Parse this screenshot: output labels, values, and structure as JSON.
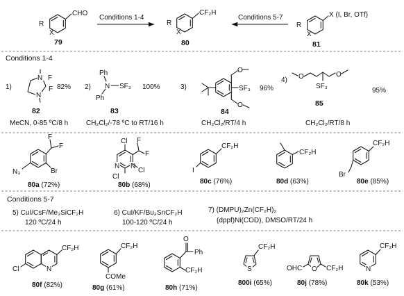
{
  "top": {
    "aldehyde": {
      "r": "R",
      "x": "X",
      "cho": "CHO",
      "num": "79"
    },
    "product": {
      "r": "R",
      "x": "X",
      "cf2h": "CF₂H",
      "num": "80"
    },
    "halide": {
      "r": "R",
      "x": "X",
      "leaving": "X (I, Br, OTf)",
      "num": "81"
    },
    "arrow_left_label": "Conditions 1-4",
    "arrow_right_label": "Conditions 5-7"
  },
  "conditions_1_4": {
    "header": "Conditions 1-4",
    "items": [
      {
        "index": "1)",
        "yield": "82%",
        "num": "82",
        "cond": "MeCN, 0-85 ºC/8 h",
        "atoms": {
          "n1": "N",
          "n2": "N",
          "f1": "F",
          "f2": "F"
        }
      },
      {
        "index": "2)",
        "yield": "100%",
        "num": "83",
        "cond": "CH₂Cl₂/-78 ºC  to RT/16 h",
        "atoms": {
          "ph1": "Ph",
          "ph2": "Ph",
          "n": "N",
          "sf3": "SF₃"
        }
      },
      {
        "index": "3)",
        "yield": "96%",
        "num": "84",
        "cond": "CH₂Cl₂/RT/4 h",
        "atoms": {
          "o1": "O",
          "o2": "O",
          "sf3": "SF₃"
        }
      },
      {
        "index": "4)",
        "yield": "95%",
        "num": "85",
        "cond": "CH₂Cl₂/RT/8 h",
        "atoms": {
          "o1": "O",
          "o2": "O",
          "sf3": "SF₃"
        }
      }
    ]
  },
  "products_row1": [
    {
      "name": "80a",
      "yield": "(72%)",
      "labels": {
        "n3": "N₃",
        "br": "Br",
        "f1": "F",
        "f2": "F"
      }
    },
    {
      "name": "80b",
      "yield": "(68%)",
      "labels": {
        "cl1": "Cl",
        "cl2": "Cl",
        "cl3": "Cl",
        "n1": "N",
        "n2": "N",
        "f1": "F",
        "f2": "F"
      }
    },
    {
      "name": "80c",
      "yield": "(76%)",
      "labels": {
        "i": "I",
        "cf2h": "CF₂H"
      }
    },
    {
      "name": "80d",
      "yield": "(63%)",
      "labels": {
        "cf2h": "CF₂H"
      }
    },
    {
      "name": "80e",
      "yield": "(85%)",
      "labels": {
        "br": "Br",
        "cf2h": "CF₂H"
      }
    }
  ],
  "conditions_5_7": {
    "header": "Conditions 5-7",
    "items": [
      {
        "line1": "5) CuI/CsF/Me₃SiCF₂H",
        "line2": "120 ºC/24 h"
      },
      {
        "line1": "6) CuI/KF/Bu₃SnCF₂H",
        "line2": "100-120 ºC/24 h"
      },
      {
        "line1": "7) (DMPU)₂Zn(CF₂H)₂",
        "line2": "(dppf)Ni(COD), DMSO/RT/24 h"
      }
    ]
  },
  "products_row2": [
    {
      "name": "80f",
      "yield": "(82%)",
      "labels": {
        "cl": "Cl",
        "n": "N",
        "cf2h": "CF₂H"
      }
    },
    {
      "name": "80g",
      "yield": "(61%)",
      "labels": {
        "come": "COMe",
        "cf2h": "CF₂H"
      }
    },
    {
      "name": "80h",
      "yield": "(71%)",
      "labels": {
        "o": "O",
        "ph": "Ph",
        "cf2h": "CF₂H"
      }
    },
    {
      "name": "800i",
      "yield": "(65%)",
      "labels": {
        "s": "S",
        "cf2h": "CF₂H"
      }
    },
    {
      "name": "80j",
      "yield": "(78%)",
      "labels": {
        "ohc": "OHC",
        "o": "O",
        "cf2h": "CF₂H"
      }
    },
    {
      "name": "80k",
      "yield": "(53%)",
      "labels": {
        "n": "N",
        "cf2h": "CF₂H"
      }
    }
  ]
}
